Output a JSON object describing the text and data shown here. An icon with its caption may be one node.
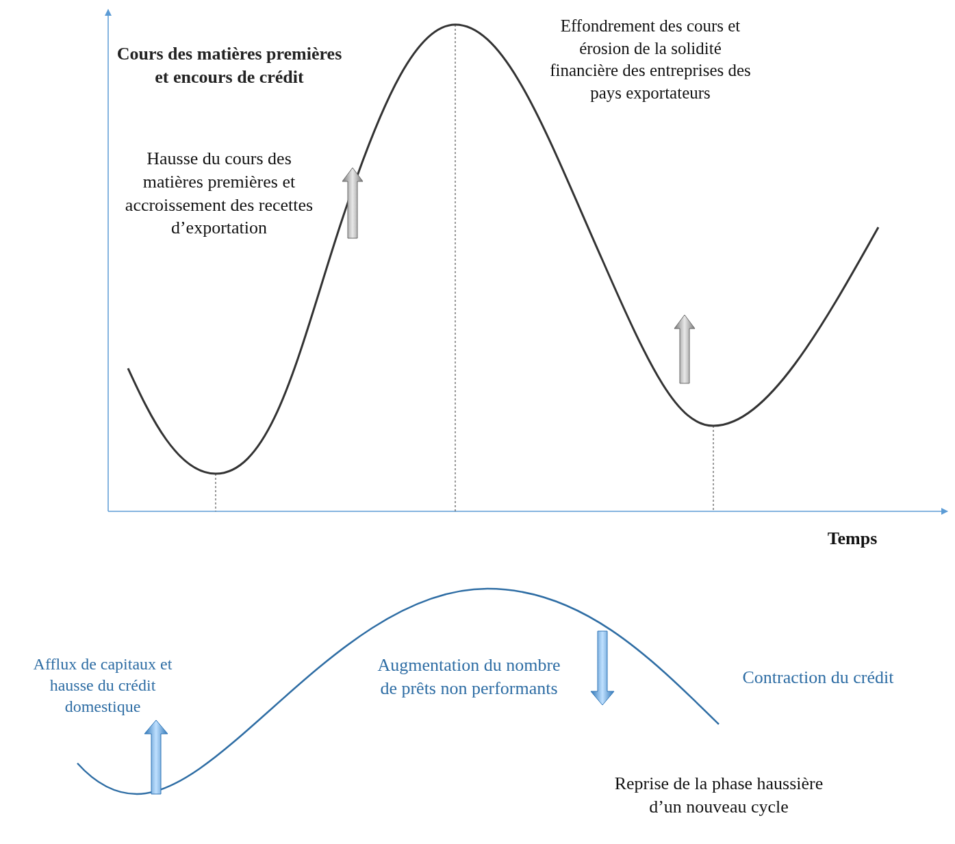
{
  "diagram": {
    "labels": [
      "Cours des matières premières et encours de crédit",
      "Effondrement des cours et érosion de la solidité financière des entreprises des pays exportateurs",
      "Hausse du cours des matières premières et accroissement des recettes d’exportation",
      "Temps",
      "Augmentation du nombre de prêts non performants",
      "Contraction du crédit",
      "Afflux de capitaux et hausse du crédit domestique",
      "Reprise de la phase haussière d’un nouveau cycle"
    ]
  }
}
